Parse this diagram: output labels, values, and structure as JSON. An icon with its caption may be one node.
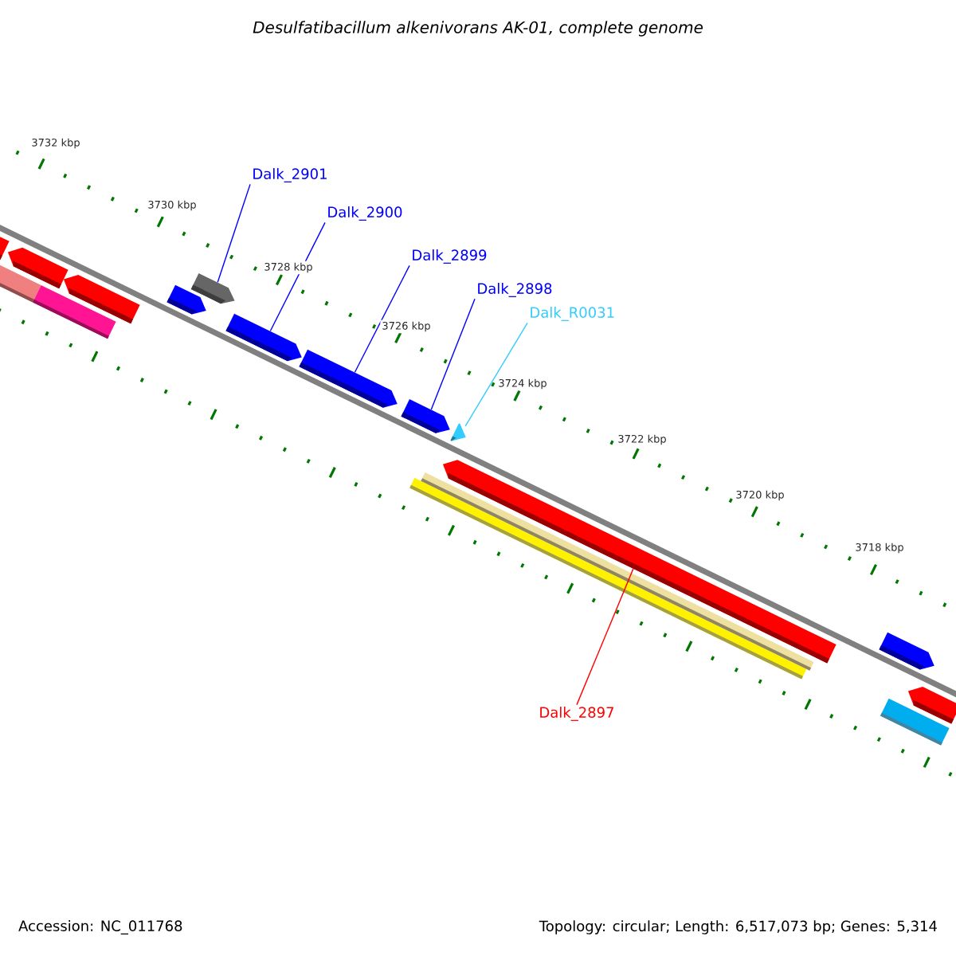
{
  "diagram": {
    "title": "Desulfatibacillum alkenivorans AK-01, complete genome",
    "nodes": [
      {
        "text": [
          "Dalk_2901"
        ]
      },
      {
        "text": [
          "Dalk_2900"
        ]
      },
      {
        "text": [
          "Dalk_2899"
        ]
      },
      {
        "text": [
          "Dalk_2898"
        ]
      },
      {
        "text": [
          "Dalk_R0031"
        ]
      },
      {
        "text": [
          "Dalk_2897"
        ]
      },
      {
        "text": [],
        "shape": "bar"
      },
      {
        "text": [],
        "shape": "bar"
      },
      {
        "text": [],
        "shape": "bar"
      },
      {
        "text": [],
        "shape": "bar"
      },
      {
        "text": [],
        "shape": "bar"
      },
      {
        "text": [],
        "shape": "bar"
      },
      {
        "text": [],
        "shape": "bar"
      },
      {
        "text": [],
        "shape": "bar"
      },
      {
        "text": [],
        "shape": "bar"
      },
      {
        "text": [],
        "shape": "bar"
      },
      {
        "text": [],
        "shape": "bar"
      },
      {
        "text": [],
        "shape": "bar"
      },
      {
        "text": [],
        "shape": "bar"
      },
      {
        "text": [],
        "shape": "bar"
      },
      {
        "text": [],
        "shape": "bar"
      },
      {
        "text": [],
        "shape": "bar"
      },
      {
        "text": [],
        "shape": "bar"
      }
    ],
    "edges": [
      {
        "from": 0,
        "to": 12,
        "arrow": "none"
      },
      {
        "from": 1,
        "to": 13,
        "arrow": "none"
      },
      {
        "from": 2,
        "to": 14,
        "arrow": "none"
      },
      {
        "from": 3,
        "to": 15,
        "arrow": "none"
      },
      {
        "from": 4,
        "to": 16,
        "arrow": "none",
        "color": "#33ccff"
      },
      {
        "from": 5,
        "to": 19,
        "arrow": "none",
        "color": "#ff0000"
      }
    ],
    "labels": [
      "3732 kbp",
      "3730 kbp",
      "3728 kbp",
      "3726 kbp",
      "3724 kbp",
      "3722 kbp",
      "3720 kbp",
      "3718 kbp",
      "Accession: NC_011768",
      "Topology: circular; Length: 6,517,073 bp; Genes: 5,314"
    ]
  }
}
